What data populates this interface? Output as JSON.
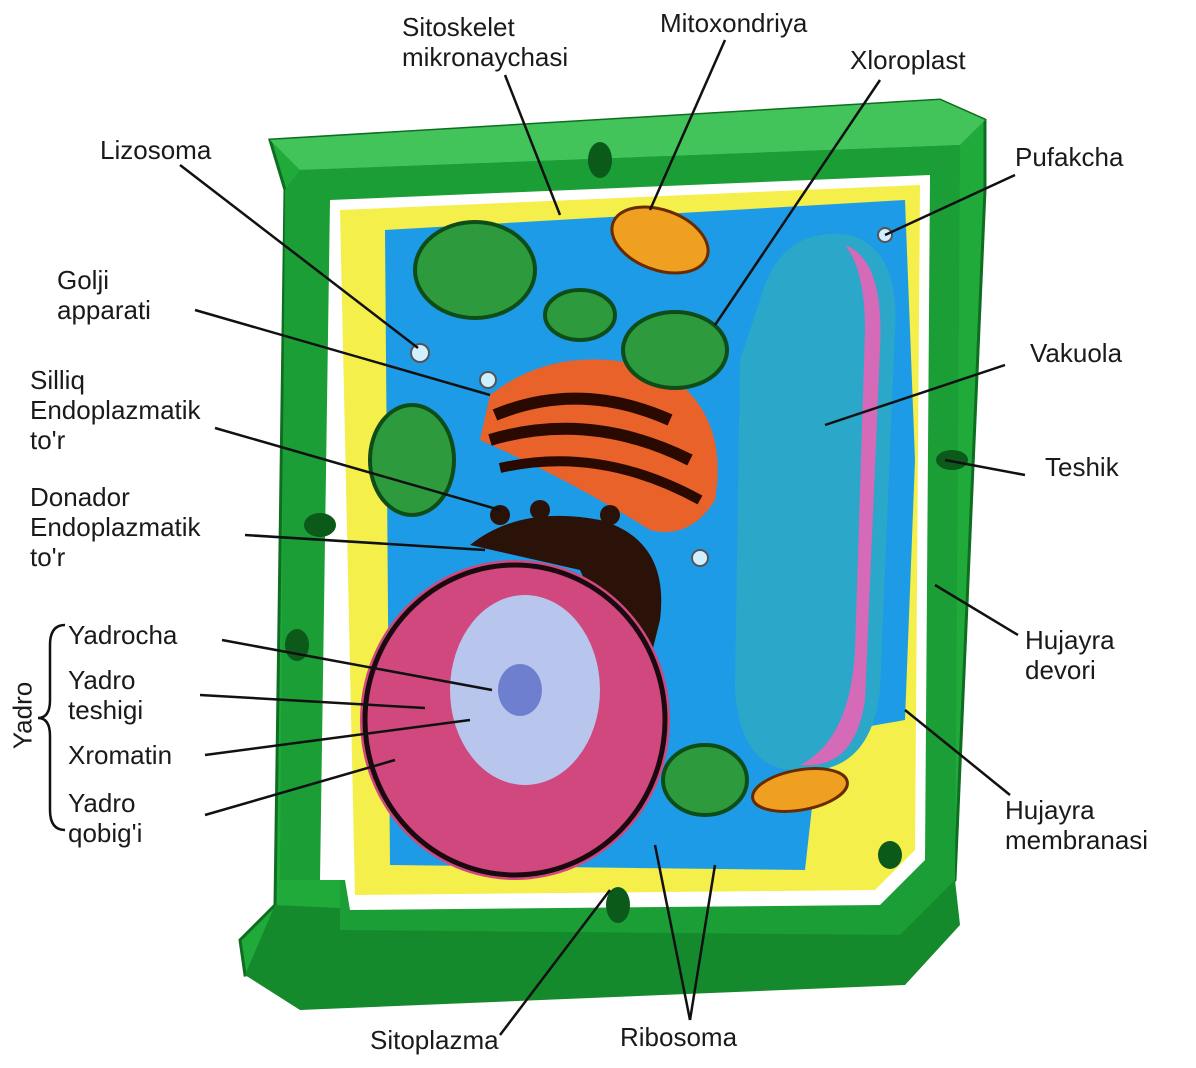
{
  "labels": {
    "sitoskelet": [
      "Sitoskelet",
      "mikronaychasi"
    ],
    "mitoxondriya": [
      "Mitoxondriya"
    ],
    "xloroplast": [
      "Xloroplast"
    ],
    "lizosoma": [
      "Lizosoma"
    ],
    "pufakcha": [
      "Pufakcha"
    ],
    "golji": [
      "Golji",
      "apparati"
    ],
    "silliq": [
      "Silliq",
      "Endoplazmatik",
      "to'r"
    ],
    "vakuola": [
      "Vakuola"
    ],
    "teshik": [
      "Teshik"
    ],
    "donador": [
      "Donador",
      "Endoplazmatik",
      "to'r"
    ],
    "yadrocha": [
      "Yadrocha"
    ],
    "yadro_teshigi": [
      "Yadro",
      "teshigi"
    ],
    "xromatin": [
      "Xromatin"
    ],
    "yadro_qobigi": [
      "Yadro",
      "qobig'i"
    ],
    "hujayra_devori": [
      "Hujayra",
      "devori"
    ],
    "hujayra_membranasi": [
      "Hujayra",
      "membranasi"
    ],
    "sitoplazma": [
      "Sitoplazma"
    ],
    "ribosoma": [
      "Ribosoma"
    ],
    "yadro_group": "Yadro"
  },
  "colors": {
    "cell_wall": "#1faa3a",
    "cell_wall_dark": "#127a26",
    "membrane_yellow": "#f4ef4a",
    "cytoplasm": "#1e9be6",
    "vacuole": "#2aa7c9",
    "vacuole_pink": "#d46ab8",
    "golgi": "#e8622a",
    "nucleus": "#d0487e",
    "nucleolus": "#b8c6ee",
    "chloroplast": "#2d9a3d",
    "mitochondria": "#f0a020"
  }
}
